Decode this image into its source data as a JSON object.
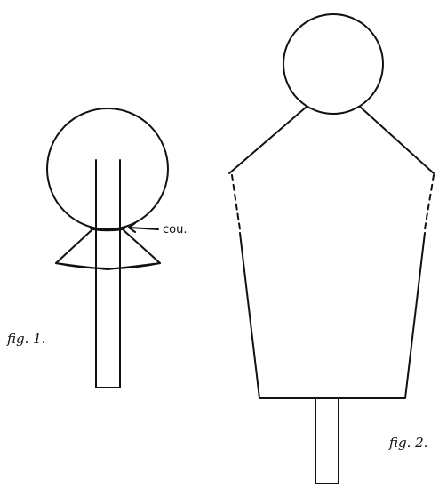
{
  "figures": [
    {
      "caption": "fig. 1.",
      "annotation": "cou."
    },
    {
      "caption": "fig. 2."
    }
  ]
}
